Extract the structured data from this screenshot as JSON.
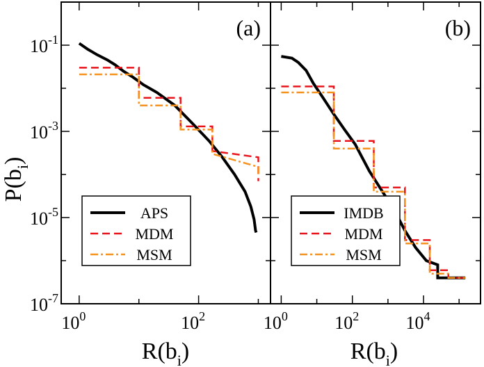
{
  "figure": {
    "ylabel_main": "P(b",
    "ylabel_sub": "i",
    "ylabel_close": ")",
    "xlabel_main": "R(b",
    "xlabel_sub": "i",
    "xlabel_close": ")"
  },
  "colors": {
    "black": "#000000",
    "red": "#e8141c",
    "orange": "#f5911e"
  },
  "chart_data": [
    {
      "type": "line",
      "panel_label": "(a)",
      "x_scale": "log",
      "y_scale": "log",
      "xlim": [
        0.5,
        1600
      ],
      "ylim": [
        1e-07,
        1
      ],
      "xticks": [
        {
          "base": "10",
          "exp": "0"
        },
        {
          "base": "10",
          "exp": "2"
        }
      ],
      "yticks": [
        {
          "base": "10",
          "exp": "-1"
        },
        {
          "base": "10",
          "exp": "-3"
        },
        {
          "base": "10",
          "exp": "-5"
        },
        {
          "base": "10",
          "exp": "-7"
        }
      ],
      "legend_position": "bottom-left",
      "series": [
        {
          "name": "APS",
          "color": "#000000",
          "style": "solid",
          "x": [
            1,
            1.4,
            2,
            3,
            4,
            5.5,
            8,
            12,
            20,
            40,
            80,
            150,
            250,
            400,
            600,
            750,
            850,
            900,
            920
          ],
          "y": [
            0.11,
            0.08,
            0.06,
            0.045,
            0.035,
            0.025,
            0.018,
            0.012,
            0.008,
            0.004,
            0.0015,
            0.0006,
            0.00025,
            0.0001,
            4e-05,
            1.8e-05,
            9e-06,
            5e-06,
            4.5e-06
          ]
        },
        {
          "name": "MDM",
          "color": "#e8141c",
          "style": "dashed",
          "x": [
            1,
            10,
            10,
            50,
            50,
            170,
            170,
            1000,
            1000
          ],
          "y": [
            0.03,
            0.03,
            0.006,
            0.006,
            0.0013,
            0.0013,
            0.00035,
            0.00025,
            7e-05
          ]
        },
        {
          "name": "MSM",
          "color": "#f5911e",
          "style": "dashdot",
          "x": [
            1,
            10,
            10,
            50,
            50,
            170,
            170,
            1000,
            1000
          ],
          "y": [
            0.021,
            0.021,
            0.004,
            0.004,
            0.0011,
            0.0011,
            0.0003,
            0.00015,
            0.0001
          ]
        }
      ]
    },
    {
      "type": "line",
      "panel_label": "(b)",
      "x_scale": "log",
      "y_scale": "log",
      "xlim": [
        0.5,
        400000
      ],
      "ylim": [
        1e-07,
        1
      ],
      "xticks": [
        {
          "base": "10",
          "exp": "0"
        },
        {
          "base": "10",
          "exp": "2"
        },
        {
          "base": "10",
          "exp": "4"
        }
      ],
      "yticks": [],
      "legend_position": "bottom-left",
      "series": [
        {
          "name": "IMDB",
          "color": "#000000",
          "style": "solid",
          "x": [
            1,
            2,
            3,
            5,
            8,
            15,
            30,
            60,
            120,
            300,
            700,
            1500,
            3000,
            6000,
            12000,
            25000,
            25000,
            60000,
            60000,
            150000
          ],
          "y": [
            0.055,
            0.05,
            0.04,
            0.026,
            0.013,
            0.006,
            0.0025,
            0.0011,
            0.0005,
            0.00012,
            4e-05,
            1.5e-05,
            5e-06,
            2e-06,
            1e-06,
            8e-07,
            4e-07,
            4e-07,
            4e-07,
            4e-07
          ]
        },
        {
          "name": "MDM",
          "color": "#e8141c",
          "style": "dashed",
          "x": [
            1,
            30,
            30,
            400,
            400,
            3000,
            3000,
            15000,
            15000,
            50000,
            50000,
            150000
          ],
          "y": [
            0.011,
            0.011,
            0.0006,
            0.0006,
            5e-05,
            5e-05,
            3e-06,
            3e-06,
            6e-07,
            6e-07,
            4e-07,
            4e-07
          ]
        },
        {
          "name": "MSM",
          "color": "#f5911e",
          "style": "dashdot",
          "x": [
            1,
            30,
            30,
            400,
            400,
            3000,
            3000,
            15000,
            15000,
            50000,
            50000,
            150000
          ],
          "y": [
            0.008,
            0.008,
            0.0004,
            0.0004,
            4e-05,
            4e-05,
            2.5e-06,
            2.5e-06,
            5e-07,
            5e-07,
            4e-07,
            4e-07
          ]
        }
      ]
    }
  ]
}
